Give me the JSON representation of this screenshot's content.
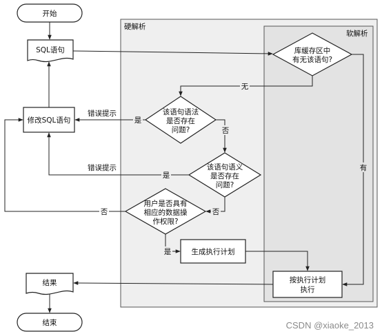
{
  "regions": {
    "hard_parse": "硬解析",
    "soft_parse": "软解析"
  },
  "nodes": {
    "start": "开始",
    "sql_statement": "SQL语句",
    "modify_sql": "修改SQL语句",
    "cache_check": [
      "库缓存区中",
      "有无该语句?"
    ],
    "syntax_check": [
      "该语句语法",
      "是否存在",
      "问题?"
    ],
    "semantic_check": [
      "该语句语义",
      "是否存在",
      "问题?"
    ],
    "privilege_check": [
      "用户是否具有",
      "相应的数据操",
      "作权限?"
    ],
    "generate_plan": "生成执行计划",
    "execute_plan": [
      "按执行计划",
      "执行"
    ],
    "result": "结果",
    "end": "结束"
  },
  "edge_labels": {
    "none": "无",
    "has": "有",
    "yes_1": "是",
    "no_1": "否",
    "yes_2": "是",
    "no_2": "否",
    "no_3": "否",
    "yes_3": "是",
    "error_hint_1": "错误提示",
    "error_hint_2": "错误提示"
  },
  "watermark": "CSDN @xiaoke_2013",
  "colors": {
    "hard_region_fill": "#efefef",
    "soft_region_fill": "#e3e3e3",
    "node_fill": "#ffffff",
    "stroke": "#222222"
  }
}
